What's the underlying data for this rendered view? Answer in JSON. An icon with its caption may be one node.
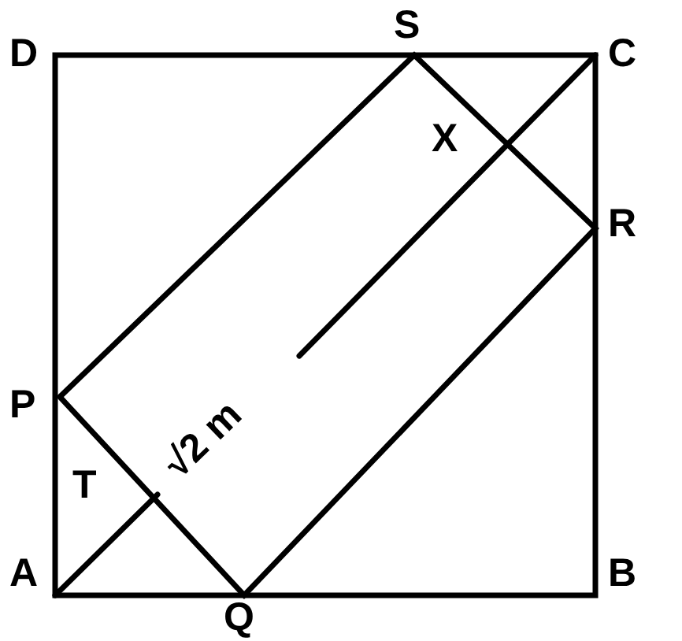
{
  "diagram": {
    "labels": [
      "D",
      "S",
      "C",
      "X",
      "R",
      "P",
      "√2 m",
      "T",
      "A",
      "Q",
      "B"
    ]
  }
}
